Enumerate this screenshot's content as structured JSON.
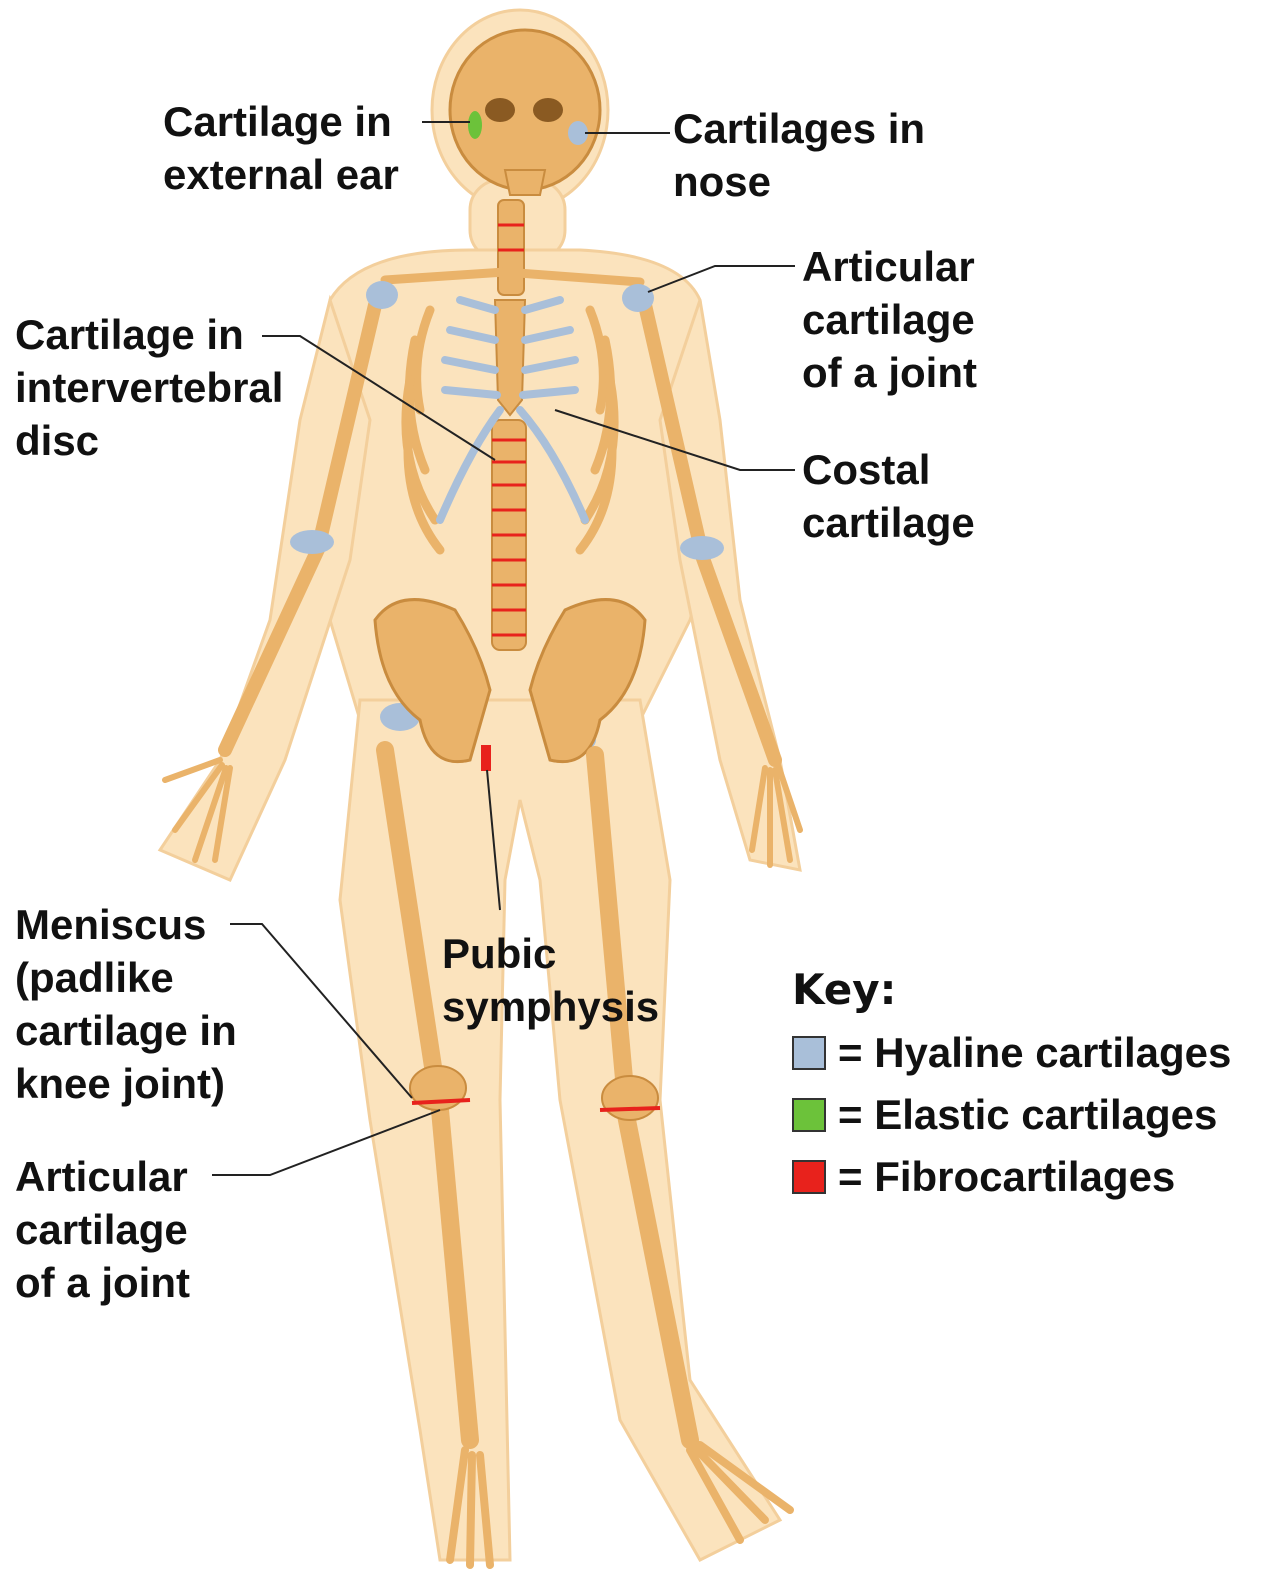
{
  "labels": {
    "ear": [
      "Cartilage in",
      "external ear"
    ],
    "nose": [
      "Cartilages in",
      "nose"
    ],
    "shoulder": [
      "Articular",
      "cartilage",
      "of a joint"
    ],
    "disc": [
      "Cartilage in",
      "intervertebral",
      "disc"
    ],
    "costal": [
      "Costal",
      "cartilage"
    ],
    "meniscus": [
      "Meniscus",
      "(padlike",
      "cartilage in",
      "knee joint)"
    ],
    "pubic": [
      "Pubic",
      "symphysis"
    ],
    "knee_articular": [
      "Articular",
      "cartilage",
      "of a joint"
    ]
  },
  "key": {
    "title": "Key:",
    "items": [
      {
        "text": "= Hyaline cartilages",
        "color": "#a9bfd9"
      },
      {
        "text": "= Elastic cartilages",
        "color": "#6cc23a"
      },
      {
        "text": "= Fibrocartilages",
        "color": "#e8221c"
      }
    ]
  },
  "colors": {
    "body": "#fbe3bd",
    "bone": "#eab36a",
    "bone_dark": "#c98c3f",
    "hyaline": "#a9bfd9",
    "elastic": "#6cc23a",
    "fibro": "#e8221c"
  }
}
